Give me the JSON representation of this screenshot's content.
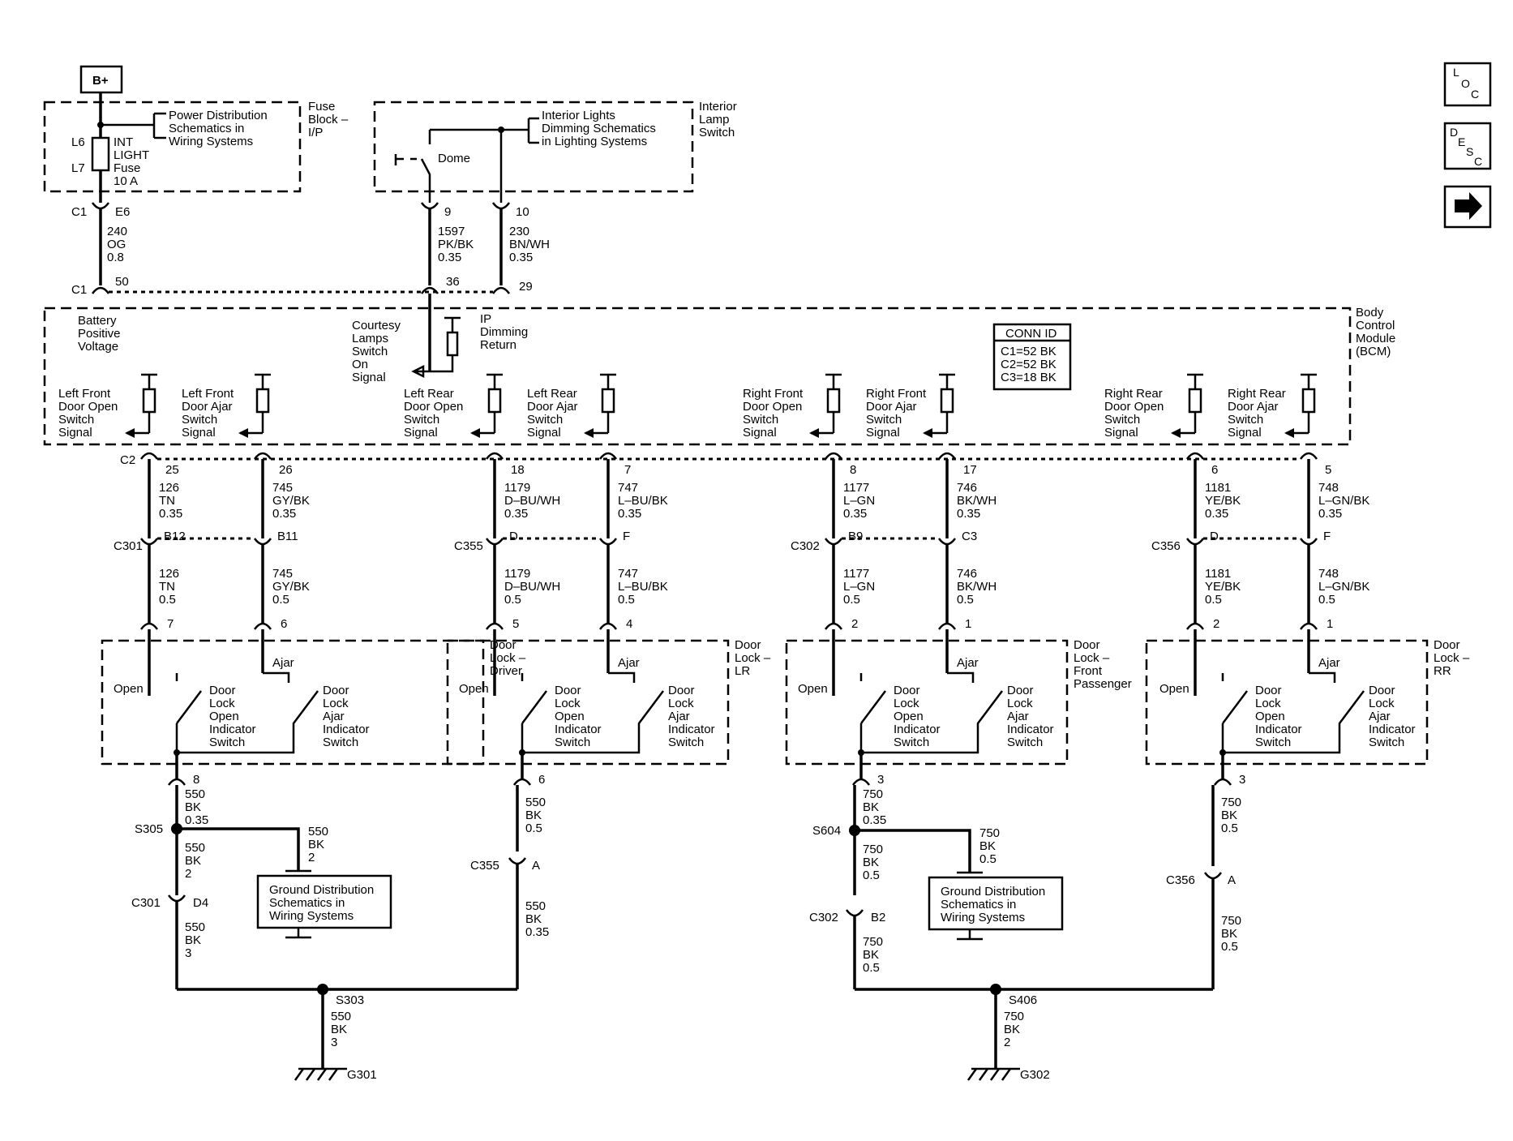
{
  "nav": {
    "loc_icon": "loc-icon",
    "desc_icon": "desc-icon",
    "next_icon": "arrow-right-icon"
  },
  "top": {
    "bplus": "B+",
    "fuse_block": [
      "Fuse",
      "Block –",
      "I/P"
    ],
    "power_dist": [
      "Power Distribution",
      "Schematics in",
      "Wiring Systems"
    ],
    "l6": "L6",
    "l7": "L7",
    "fuse": [
      "INT",
      "LIGHT",
      "Fuse",
      "10 A"
    ],
    "interior_lamp": [
      "Interior",
      "Lamp",
      "Switch"
    ],
    "interior_lights": [
      "Interior Lights",
      "Dimming Schematics",
      "in Lighting Systems"
    ],
    "dome": "Dome",
    "c1_e6": [
      "C1",
      "E6"
    ],
    "w240": [
      "240",
      "OG",
      "0.8"
    ],
    "pin9": "9",
    "pin10": "10",
    "w1597": [
      "1597",
      "PK/BK",
      "0.35"
    ],
    "w230": [
      "230",
      "BN/WH",
      "0.35"
    ],
    "c1_50": [
      "C1",
      "50"
    ],
    "pin36": "36",
    "pin29": "29"
  },
  "bcm": {
    "label": [
      "Body",
      "Control",
      "Module",
      "(BCM)"
    ],
    "battery": [
      "Battery",
      "Positive",
      "Voltage"
    ],
    "courtesy": [
      "Courtesy",
      "Lamps",
      "Switch",
      "On",
      "Signal"
    ],
    "ip_dimming": [
      "IP",
      "Dimming",
      "Return"
    ],
    "conn_id": [
      "CONN ID",
      "C1=52 BK",
      "C2=52 BK",
      "C3=18 BK"
    ],
    "c2": "C2"
  },
  "signals": [
    {
      "name": [
        "Left Front",
        "Door Open",
        "Switch",
        "Signal"
      ],
      "pin": "25",
      "w1": [
        "126",
        "TN",
        "0.35"
      ],
      "inl": "B12",
      "w2": [
        "126",
        "TN",
        "0.5"
      ],
      "dpin": "7"
    },
    {
      "name": [
        "Left Front",
        "Door Ajar",
        "Switch",
        "Signal"
      ],
      "pin": "26",
      "w1": [
        "745",
        "GY/BK",
        "0.35"
      ],
      "inl": "B11",
      "w2": [
        "745",
        "GY/BK",
        "0.5"
      ],
      "dpin": "6"
    },
    {
      "name": [
        "Left Rear",
        "Door Open",
        "Switch",
        "Signal"
      ],
      "pin": "18",
      "w1": [
        "1179",
        "D–BU/WH",
        "0.35"
      ],
      "inl": "D",
      "w2": [
        "1179",
        "D–BU/WH",
        "0.5"
      ],
      "dpin": "5"
    },
    {
      "name": [
        "Left Rear",
        "Door Ajar",
        "Switch",
        "Signal"
      ],
      "pin": "7",
      "w1": [
        "747",
        "L–BU/BK",
        "0.35"
      ],
      "inl": "F",
      "w2": [
        "747",
        "L–BU/BK",
        "0.5"
      ],
      "dpin": "4"
    },
    {
      "name": [
        "Right Front",
        "Door Open",
        "Switch",
        "Signal"
      ],
      "pin": "8",
      "w1": [
        "1177",
        "L–GN",
        "0.35"
      ],
      "inl": "B9",
      "w2": [
        "1177",
        "L–GN",
        "0.5"
      ],
      "dpin": "2"
    },
    {
      "name": [
        "Right Front",
        "Door Ajar",
        "Switch",
        "Signal"
      ],
      "pin": "17",
      "w1": [
        "746",
        "BK/WH",
        "0.35"
      ],
      "inl": "C3",
      "w2": [
        "746",
        "BK/WH",
        "0.5"
      ],
      "dpin": "1"
    },
    {
      "name": [
        "Right Rear",
        "Door Open",
        "Switch",
        "Signal"
      ],
      "pin": "6",
      "w1": [
        "1181",
        "YE/BK",
        "0.35"
      ],
      "inl": "D",
      "w2": [
        "1181",
        "YE/BK",
        "0.5"
      ],
      "dpin": "2"
    },
    {
      "name": [
        "Right Rear",
        "Door Ajar",
        "Switch",
        "Signal"
      ],
      "pin": "5",
      "w1": [
        "748",
        "L–GN/BK",
        "0.35"
      ],
      "inl": "F",
      "w2": [
        "748",
        "L–GN/BK",
        "0.5"
      ],
      "dpin": "1"
    }
  ],
  "inline_connectors": [
    "C301",
    "C355",
    "C302",
    "C356"
  ],
  "doors": [
    {
      "label": [
        "Door",
        "Lock –",
        "Driver"
      ],
      "gpin": "8"
    },
    {
      "label": [
        "Door",
        "Lock –",
        "LR"
      ],
      "gpin": "6"
    },
    {
      "label": [
        "Door",
        "Lock –",
        "Front",
        "Passenger"
      ],
      "gpin": "3"
    },
    {
      "label": [
        "Door",
        "Lock –",
        "RR"
      ],
      "gpin": "3"
    }
  ],
  "door_common": {
    "open": "Open",
    "ajar": "Ajar",
    "open_switch": [
      "Door",
      "Lock",
      "Open",
      "Indicator",
      "Switch"
    ],
    "ajar_switch": [
      "Door",
      "Lock",
      "Ajar",
      "Indicator",
      "Switch"
    ]
  },
  "ground_left": {
    "w_a": [
      "550",
      "BK",
      "0.35"
    ],
    "splice_a": "S305",
    "w_b": [
      "550",
      "BK",
      "2"
    ],
    "w_c": [
      "550",
      "BK",
      "2"
    ],
    "conn_a": [
      "C301",
      "D4"
    ],
    "w_d": [
      "550",
      "BK",
      "3"
    ],
    "w_lr": [
      "550",
      "BK",
      "0.5"
    ],
    "conn_b": [
      "C355",
      "A"
    ],
    "w_lr2": [
      "550",
      "BK",
      "0.35"
    ],
    "gnd_dist": [
      "Ground Distribution",
      "Schematics in",
      "Wiring Systems"
    ],
    "splice_b": "S303",
    "w_g": [
      "550",
      "BK",
      "3"
    ],
    "ground": "G301"
  },
  "ground_right": {
    "w_a": [
      "750",
      "BK",
      "0.35"
    ],
    "splice_a": "S604",
    "w_b": [
      "750",
      "BK",
      "0.5"
    ],
    "w_c": [
      "750",
      "BK",
      "0.5"
    ],
    "conn_a": [
      "C302",
      "B2"
    ],
    "w_d": [
      "750",
      "BK",
      "0.5"
    ],
    "w_rr": [
      "750",
      "BK",
      "0.5"
    ],
    "conn_b": [
      "C356",
      "A"
    ],
    "w_rr2": [
      "750",
      "BK",
      "0.5"
    ],
    "gnd_dist": [
      "Ground Distribution",
      "Schematics in",
      "Wiring Systems"
    ],
    "splice_b": "S406",
    "w_g": [
      "750",
      "BK",
      "2"
    ],
    "ground": "G302"
  }
}
